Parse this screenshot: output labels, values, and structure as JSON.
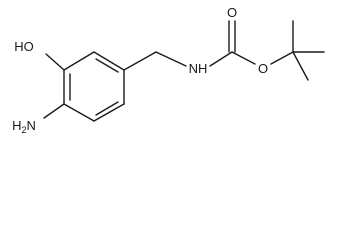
{
  "molecule": {
    "labels": {
      "hydroxyl": "HO",
      "amine": "H2N",
      "carbamate_nh": "NH",
      "carbonyl_o": "O",
      "ester_o": "O"
    }
  }
}
